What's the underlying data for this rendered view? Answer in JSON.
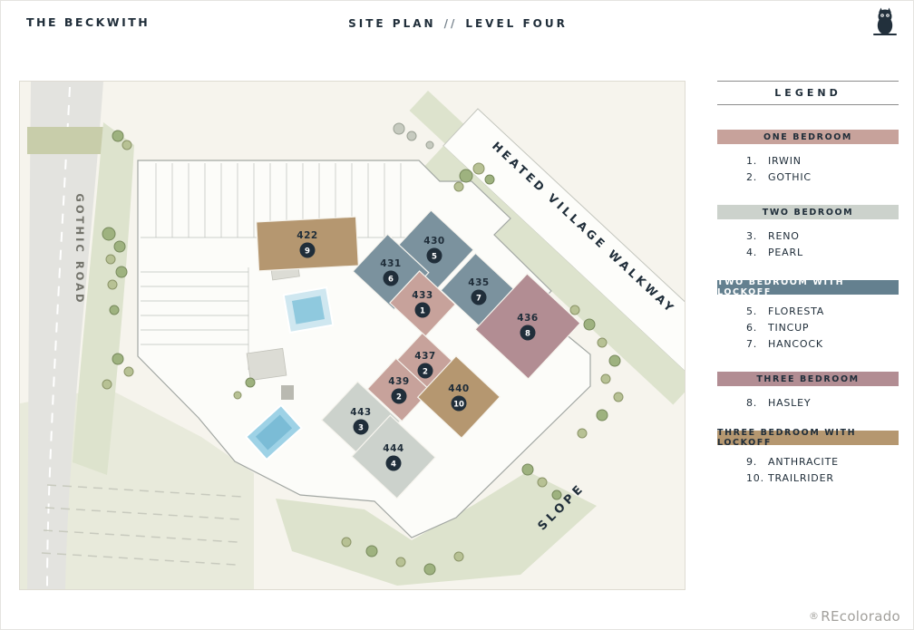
{
  "header": {
    "brand": "THE BECKWITH",
    "title_left": "SITE PLAN",
    "sep": "//",
    "title_right": "LEVEL FOUR"
  },
  "watermark": {
    "symbol": "®",
    "text": "REcolorado"
  },
  "colors": {
    "navy": "#202e3a",
    "plan_bg": "#f6f4ed",
    "road": "#e3e3df",
    "sage": "#dde3cd",
    "sage_light": "#e8eadb",
    "olive": "#c8cdaa",
    "one_bedroom": "#c7a29b",
    "two_bedroom": "#ccd2cc",
    "two_bedroom_lockoff": "#64808f",
    "two_bedroom_lockoff_unit": "#7b929e",
    "three_bedroom": "#b28d93",
    "three_bedroom_lockoff": "#b59770"
  },
  "plan": {
    "road_label": "GOTHIC ROAD",
    "walkway_label": "HEATED VILLAGE WALKWAY",
    "slope_label": "SLOPE",
    "units": [
      {
        "number": "422",
        "badge": "9",
        "type": "three_bedroom_lockoff"
      },
      {
        "number": "430",
        "badge": "5",
        "type": "two_bedroom_lockoff"
      },
      {
        "number": "431",
        "badge": "6",
        "type": "two_bedroom_lockoff"
      },
      {
        "number": "433",
        "badge": "1",
        "type": "one_bedroom"
      },
      {
        "number": "435",
        "badge": "7",
        "type": "two_bedroom_lockoff"
      },
      {
        "number": "436",
        "badge": "8",
        "type": "three_bedroom"
      },
      {
        "number": "437",
        "badge": "2",
        "type": "one_bedroom"
      },
      {
        "number": "439",
        "badge": "2",
        "type": "one_bedroom"
      },
      {
        "number": "440",
        "badge": "10",
        "type": "three_bedroom_lockoff"
      },
      {
        "number": "443",
        "badge": "3",
        "type": "two_bedroom"
      },
      {
        "number": "444",
        "badge": "4",
        "type": "two_bedroom"
      }
    ]
  },
  "legend": {
    "title": "LEGEND",
    "sections": [
      {
        "header": "ONE BEDROOM",
        "items": [
          {
            "num": "1.",
            "name": "IRWIN"
          },
          {
            "num": "2.",
            "name": "GOTHIC"
          }
        ]
      },
      {
        "header": "TWO BEDROOM",
        "items": [
          {
            "num": "3.",
            "name": "RENO"
          },
          {
            "num": "4.",
            "name": "PEARL"
          }
        ]
      },
      {
        "header": "TWO BEDROOM WITH LOCKOFF",
        "items": [
          {
            "num": "5.",
            "name": "FLORESTA"
          },
          {
            "num": "6.",
            "name": "TINCUP"
          },
          {
            "num": "7.",
            "name": "HANCOCK"
          }
        ]
      },
      {
        "header": "THREE BEDROOM",
        "items": [
          {
            "num": "8.",
            "name": "HASLEY"
          }
        ]
      },
      {
        "header": "THREE BEDROOM WITH LOCKOFF",
        "items": [
          {
            "num": "9.",
            "name": "ANTHRACITE"
          },
          {
            "num": "10.",
            "name": "TRAILRIDER"
          }
        ]
      }
    ]
  }
}
